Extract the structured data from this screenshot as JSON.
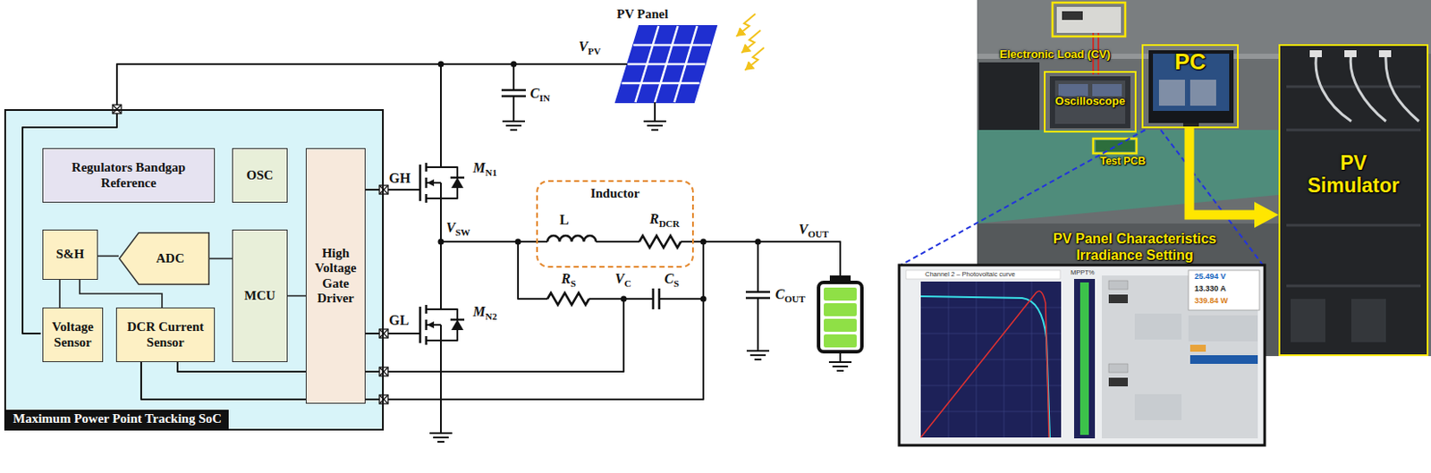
{
  "diagram": {
    "nodes": [
      {
        "text": [
          "Maximum Power Point Tracking SoC"
        ]
      },
      {
        "text": [
          "Regulators Bandgap Reference"
        ],
        "in": 0
      },
      {
        "text": [
          "OSC"
        ],
        "in": 0
      },
      {
        "text": [
          "High Voltage Gate Driver"
        ],
        "in": 0
      },
      {
        "text": [
          "S&H"
        ],
        "in": 0
      },
      {
        "text": [
          "ADC"
        ],
        "in": 0
      },
      {
        "text": [
          "MCU"
        ],
        "in": 0
      },
      {
        "text": [
          "Voltage Sensor"
        ],
        "in": 0
      },
      {
        "text": [
          "DCR Current Sensor"
        ],
        "in": 0
      },
      {
        "text": [
          "Inductor"
        ]
      },
      {
        "text": [
          "Oscilloscope"
        ]
      },
      {
        "text": [
          "PC"
        ]
      },
      {
        "text": [
          "PV Simulator"
        ]
      }
    ],
    "edges": [
      {
        "from": 4,
        "to": 5,
        "arrow": "none"
      },
      {
        "from": 5,
        "to": 6,
        "arrow": "none"
      },
      {
        "from": 6,
        "to": 3,
        "arrow": "none"
      },
      {
        "from": 4,
        "to": 7,
        "arrow": "none"
      },
      {
        "from": 4,
        "to": 8,
        "arrow": "none"
      },
      {
        "from": 11,
        "to": 12,
        "arrow": "to"
      }
    ],
    "labels": [
      "PV Panel",
      "VPV",
      "CIN",
      "GH",
      "MN1",
      "VSW",
      "L",
      "RDCR",
      "VOUT",
      "RS",
      "VC",
      "CS",
      "COUT",
      "GL",
      "MN2",
      "Electronic Load (CV)",
      "Test PCB",
      "PV Panel Characteristics Irradiance Setting",
      "Channel 2 – Photovoltaic curve",
      "MPPT%",
      "25.494 V",
      "13.330 A",
      "339.84 W"
    ]
  }
}
